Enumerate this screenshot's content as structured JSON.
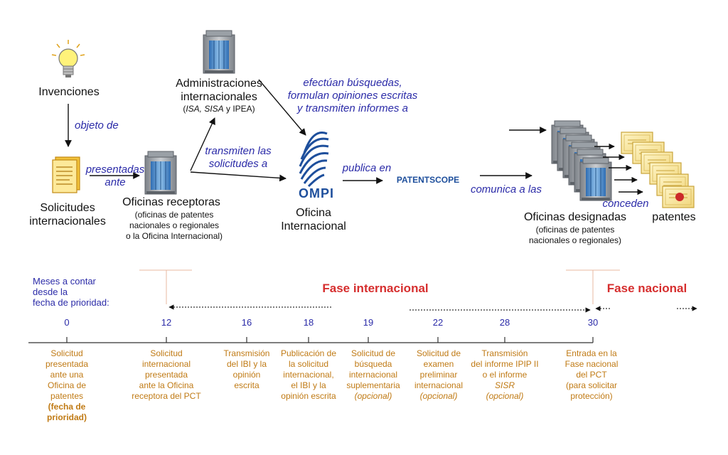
{
  "nodes": {
    "inventions": "Invenciones",
    "intl_applications_l1": "Solicitudes",
    "intl_applications_l2": "internacionales",
    "receiving_offices": "Oficinas receptoras",
    "receiving_offices_sub": [
      "(oficinas de patentes",
      "nacionales o regionales",
      "o la Oficina Internacional)"
    ],
    "intl_authorities_l1": "Administraciones",
    "intl_authorities_l2": "internacionales",
    "intl_authorities_sub_1": "ISA, SISA",
    "intl_authorities_sub_2": " y IPEA)",
    "intl_bureau_l1": "Oficina",
    "intl_bureau_l2": "Internacional",
    "ompi_logo": "OMPI",
    "patentscope": "PATENTSCOPE",
    "designated_offices": "Oficinas designadas",
    "designated_offices_sub": [
      "(oficinas de patentes",
      "nacionales o regionales)"
    ],
    "patents": "patentes"
  },
  "relations": {
    "objeto_de": "objeto de",
    "presentadas_ante": [
      "presentadas",
      "ante"
    ],
    "transmiten": [
      "transmiten las",
      "solicitudes a"
    ],
    "efectuan": [
      "efectúan búsquedas,",
      "formulan opiniones escritas",
      "y transmiten informes a"
    ],
    "publica_en": "publica en",
    "comunica_a_las": "comunica a las",
    "conceden": "conceden"
  },
  "timeline": {
    "axis_label": [
      "Meses a contar",
      "desde la",
      "fecha de prioridad:"
    ],
    "phase_international": "Fase internacional",
    "phase_national": "Fase nacional",
    "months": [
      "0",
      "12",
      "16",
      "18",
      "19",
      "22",
      "28",
      "30"
    ],
    "steps": [
      {
        "text": [
          "Solicitud",
          "presentada",
          "ante una",
          "Oficina de",
          "patentes"
        ],
        "bold": [
          "(fecha de",
          "prioridad)"
        ],
        "italic": []
      },
      {
        "text": [
          "Solicitud",
          "internacional",
          "presentada",
          "ante la Oficina",
          "receptora del PCT"
        ],
        "bold": [],
        "italic": []
      },
      {
        "text": [
          "Transmisión",
          "del IBI y la",
          "opinión",
          "escrita"
        ],
        "bold": [],
        "italic": []
      },
      {
        "text": [
          "Publicación de",
          "la solicitud",
          "internacional,",
          "el IBI y la",
          "opinión escrita"
        ],
        "bold": [],
        "italic": []
      },
      {
        "text": [
          "Solicitud de",
          "búsqueda",
          "internacional",
          "suplementaria"
        ],
        "bold": [],
        "italic": [
          "(opcional)"
        ]
      },
      {
        "text": [
          "Solicitud de",
          "examen",
          "preliminar",
          "internacional"
        ],
        "bold": [],
        "italic": [
          "(opcional)"
        ]
      },
      {
        "text": [
          "Transmisión",
          "del informe IPIP II",
          "o el informe"
        ],
        "bold": [],
        "italic": [
          "SISR",
          "(opcional)"
        ]
      },
      {
        "text": [
          "Entrada en la",
          "Fase nacional",
          "del PCT",
          "(para solicitar",
          "protección)"
        ],
        "bold": [],
        "italic": []
      }
    ]
  },
  "colors": {
    "relation_text": "#2b2ba8",
    "phase_text": "#d62e2e",
    "step_text": "#c07a14",
    "patentscope": "#1e4f9c",
    "building_glass": "#4a86c8"
  },
  "icons": {
    "inventions": "lightbulb-icon",
    "applications": "document-icon",
    "offices": "office-building-icon",
    "intl_bureau": "wipo-globe-icon",
    "patents": "certificate-icon"
  }
}
